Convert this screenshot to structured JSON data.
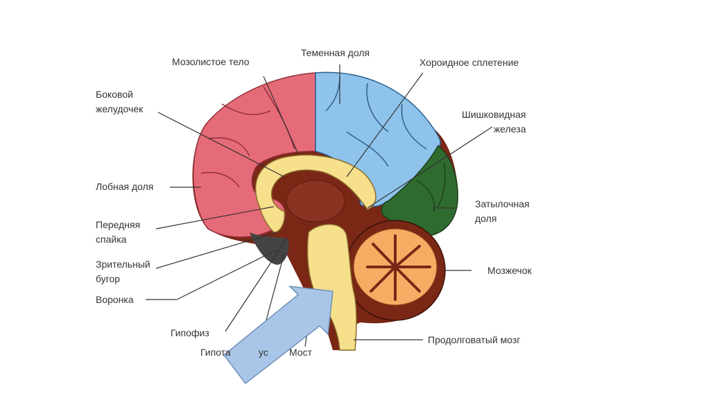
{
  "colors": {
    "frontal_lobe": "#e66b78",
    "parietal_lobe": "#8ec3eb",
    "occipital_lobe": "#2f6b2f",
    "cerebellum_cortex": "#f6ac63",
    "brainstem": "#f6e08c",
    "deep_structures": "#7a2716",
    "arrow": "#a9c6e8"
  },
  "labels": {
    "corpus_callosum": "Мозолистое тело",
    "parietal_lobe": "Теменная доля",
    "choroid_plexus": "Хороидное сплетение",
    "lateral_ventricle": "Боковой\nжелудочек",
    "pineal_gland": "Шишковидная\nжелеза",
    "frontal_lobe": "Лобная доля",
    "occipital_lobe": "Затылочная\nдоля",
    "anterior_commissure": "Передняя\nспайка",
    "thalamus": "Зрительный\nбугор",
    "cerebellum": "Мозжечок",
    "infundibulum": "Воронка",
    "medulla_oblongata": "Продолговатый мозг",
    "pituitary": "Гипофиз",
    "hypothalamus_partial": "Гипота",
    "hypothalamus_tail": "ус",
    "pons": "Мост"
  },
  "icons": {
    "pointer_arrow": "arrow-up-right-icon"
  }
}
